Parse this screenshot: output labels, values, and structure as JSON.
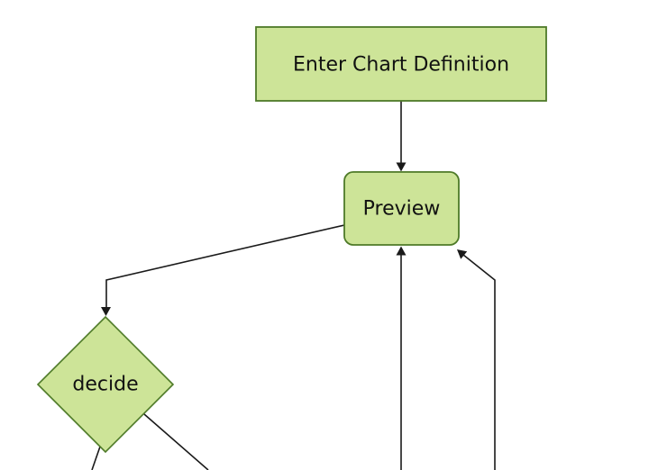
{
  "colors": {
    "background": "#ffffff",
    "node-fill": "#cde498",
    "node-stroke": "#4e7a28",
    "edge-color": "#1a1a1a",
    "text-color": "#111111"
  },
  "diagram": {
    "type": "flowchart",
    "orientation": "top-down",
    "nodes": {
      "enter": {
        "label": "Enter Chart Definition",
        "shape": "rectangle"
      },
      "preview": {
        "label": "Preview",
        "shape": "rounded-rectangle"
      },
      "decide": {
        "label": "decide",
        "shape": "diamond"
      }
    },
    "edges": [
      {
        "from": "enter",
        "to": "preview",
        "arrow": true
      },
      {
        "from": "preview",
        "to": "decide",
        "arrow": true
      },
      {
        "from": "offscreen-bottom",
        "to": "preview",
        "arrow": true
      },
      {
        "from": "offscreen-bottom-right",
        "to": "preview",
        "arrow": true
      },
      {
        "from": "decide",
        "to": "offscreen-bottom-left",
        "arrow": false
      },
      {
        "from": "decide",
        "to": "offscreen-bottom-right",
        "arrow": false
      }
    ]
  }
}
